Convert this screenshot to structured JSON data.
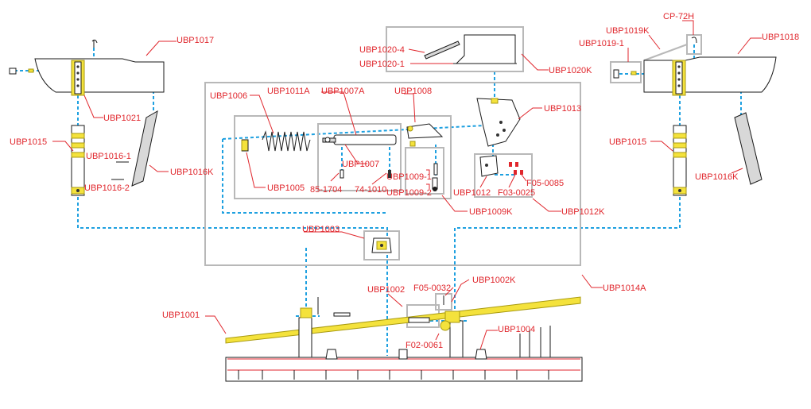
{
  "diagram": {
    "labels": [
      {
        "id": "ubp1017",
        "text": "UBP1017"
      },
      {
        "id": "ubp1021",
        "text": "UBP1021"
      },
      {
        "id": "ubp1015-left",
        "text": "UBP1015"
      },
      {
        "id": "ubp1016-1",
        "text": "UBP1016-1"
      },
      {
        "id": "ubp1016k-left",
        "text": "UBP1016K"
      },
      {
        "id": "ubp1016-2",
        "text": "UBP1016-2"
      },
      {
        "id": "ubp1006",
        "text": "UBP1006"
      },
      {
        "id": "ubp1011a",
        "text": "UBP1011A"
      },
      {
        "id": "ubp1007a",
        "text": "UBP1007A"
      },
      {
        "id": "ubp1008",
        "text": "UBP1008"
      },
      {
        "id": "ubp1005",
        "text": "UBP1005"
      },
      {
        "id": "ubp1007",
        "text": "UBP1007"
      },
      {
        "id": "p85-1704",
        "text": "85-1704"
      },
      {
        "id": "p74-1010",
        "text": "74-1010"
      },
      {
        "id": "ubp1009-1",
        "text": "UBP1009-1"
      },
      {
        "id": "ubp1009-2",
        "text": "UBP1009-2"
      },
      {
        "id": "ubp1009k",
        "text": "UBP1009K"
      },
      {
        "id": "ubp1020-4",
        "text": "UBP1020-4"
      },
      {
        "id": "ubp1020-1",
        "text": "UBP1020-1"
      },
      {
        "id": "ubp1020k",
        "text": "UBP1020K"
      },
      {
        "id": "ubp1013",
        "text": "UBP1013"
      },
      {
        "id": "ubp1012",
        "text": "UBP1012"
      },
      {
        "id": "f03-0025",
        "text": "F03-0025"
      },
      {
        "id": "f05-0085",
        "text": "F05-0085"
      },
      {
        "id": "ubp1012k",
        "text": "UBP1012K"
      },
      {
        "id": "cp-72h",
        "text": "CP-72H"
      },
      {
        "id": "ubp1019k",
        "text": "UBP1019K"
      },
      {
        "id": "ubp1019-1",
        "text": "UBP1019-1"
      },
      {
        "id": "ubp1018",
        "text": "UBP1018"
      },
      {
        "id": "ubp1015-right",
        "text": "UBP1015"
      },
      {
        "id": "ubp1016k-right",
        "text": "UBP1016K"
      },
      {
        "id": "ubp1003",
        "text": "UBP1003"
      },
      {
        "id": "ubp1014a",
        "text": "UBP1014A"
      },
      {
        "id": "ubp1001",
        "text": "UBP1001"
      },
      {
        "id": "ubp1002",
        "text": "UBP1002"
      },
      {
        "id": "f05-0032",
        "text": "F05-0032"
      },
      {
        "id": "ubp1002k",
        "text": "UBP1002K"
      },
      {
        "id": "ubp1004",
        "text": "UBP1004"
      },
      {
        "id": "f02-0061",
        "text": "F02-0061"
      }
    ]
  }
}
